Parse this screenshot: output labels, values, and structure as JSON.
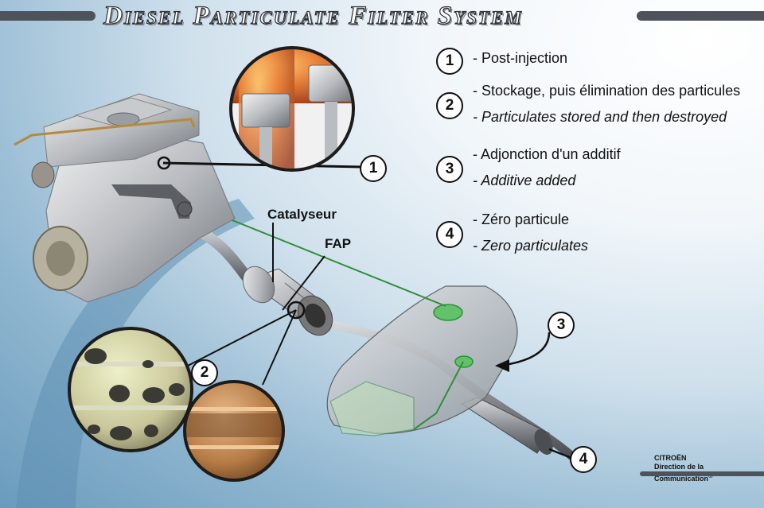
{
  "title": "Diesel Particulate Filter System",
  "legend": [
    {
      "number": "1",
      "fr": "- Post-injection",
      "en": ""
    },
    {
      "number": "2",
      "fr": "- Stockage, puis élimination des particules",
      "en": "- Particulates stored and then destroyed"
    },
    {
      "number": "3",
      "fr": "- Adjonction d'un additif",
      "en": "- Additive added"
    },
    {
      "number": "4",
      "fr": "- Zéro particule",
      "en": "- Zero particulates"
    }
  ],
  "labels": {
    "catalyst": "Catalyseur",
    "fap": "FAP"
  },
  "callouts": [
    "1",
    "2",
    "3",
    "4"
  ],
  "brand": {
    "name": "CITROËN",
    "department": "Direction de la Communication",
    "mark": "©"
  },
  "colors": {
    "title_stroke": "#2e3138",
    "rule": "#4e525b",
    "fuel_line": "#2f8f3a",
    "background_light": "#f1f6fa",
    "background_dark": "#6a9bbd"
  }
}
